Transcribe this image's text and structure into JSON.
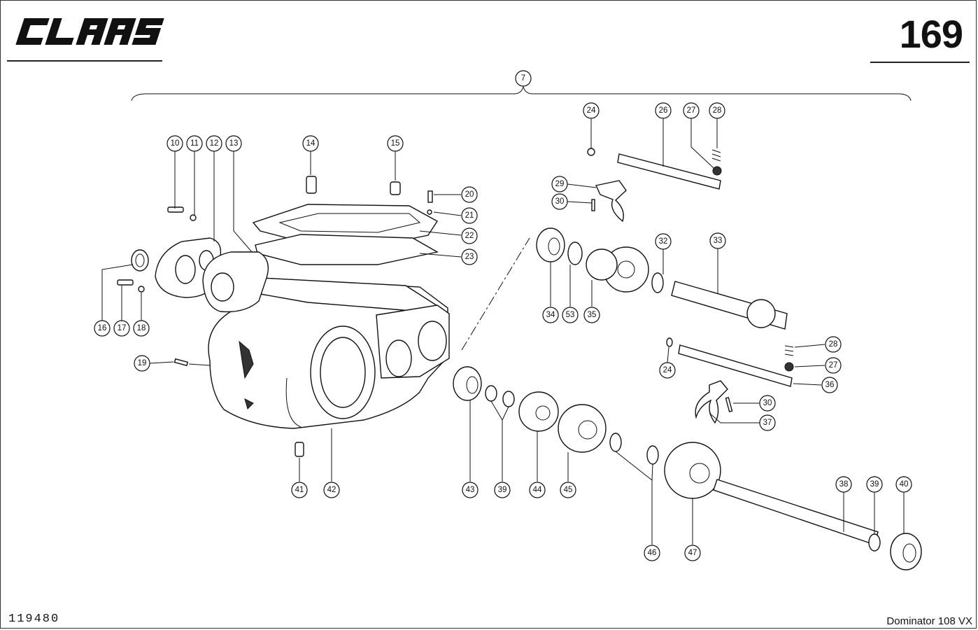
{
  "header": {
    "brand": "CLAAS",
    "page_number": "169"
  },
  "footer": {
    "document_number": "119480",
    "model": "Dominator 108 VX"
  },
  "callouts": [
    "7",
    "10",
    "11",
    "12",
    "13",
    "14",
    "15",
    "16",
    "17",
    "18",
    "19",
    "20",
    "21",
    "22",
    "23",
    "24",
    "26",
    "27",
    "28",
    "29",
    "30",
    "32",
    "33",
    "34",
    "53",
    "35",
    "24",
    "28",
    "27",
    "36",
    "30",
    "37",
    "41",
    "42",
    "43",
    "39",
    "44",
    "45",
    "46",
    "47",
    "38",
    "39",
    "40"
  ]
}
